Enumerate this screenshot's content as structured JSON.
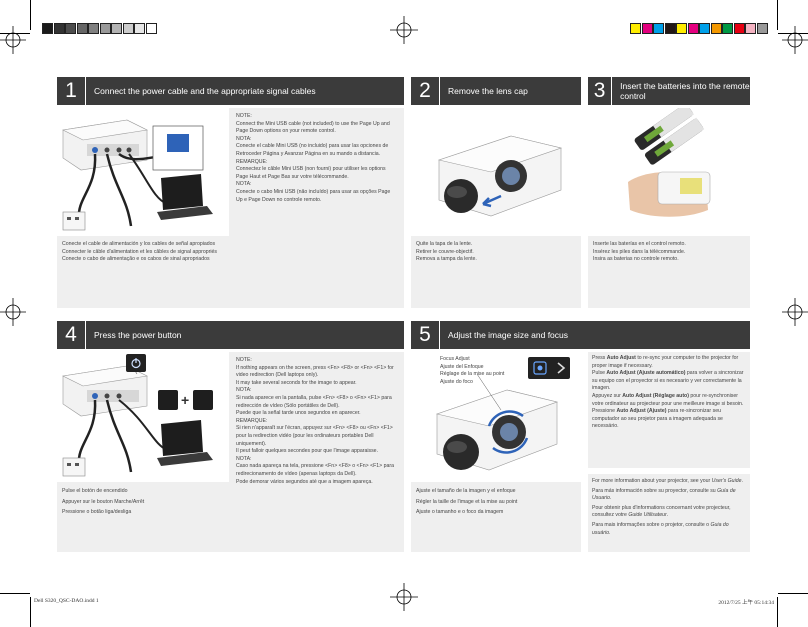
{
  "colors": {
    "header_bg": "#3b3b3b",
    "panel_bg": "#efefef",
    "gray_bar": [
      "#1a1a1a",
      "#333333",
      "#4d4d4d",
      "#666666",
      "#808080",
      "#999999",
      "#b3b3b3",
      "#cccccc",
      "#e6e6e6",
      "#ffffff"
    ],
    "color_bar": [
      "#ffed00",
      "#e4007f",
      "#00a0e9",
      "#231815",
      "#ffed00",
      "#e4007f",
      "#00a0e9",
      "#f39800",
      "#009944",
      "#e60012",
      "#f4b3c2",
      "#999999"
    ]
  },
  "step1": {
    "number": "1",
    "title": "Connect the power cable and the appropriate signal cables",
    "note": [
      "NOTE:",
      "Connect the Mini USB cable (not included) to use the Page Up and Page Down options on your remote control.",
      "NOTA:",
      "Conecte el cable Mini USB (no incluido) para usar las opciones de Retroceder Página y Avanzar Página en su mando a distancia.",
      "REMARQUE:",
      "Connectez le câble Mini USB (non fourni) pour utiliser les options Page Haut et Page Bas sur votre télécommande.",
      "NOTA:",
      "Conecte o cabo Mini USB (não incluído) para usar as opções Page Up e Page Down no controle remoto."
    ],
    "caption": [
      "Conecte el cable de alimentación y los cables de señal apropiados",
      "Connecter le câble d'alimentation et les câbles de signal appropriés",
      "Conecte o cabo de alimentação e os cabos de sinal apropriados"
    ]
  },
  "step2": {
    "number": "2",
    "title": "Remove the lens cap",
    "caption": [
      "Quite la tapa de la lente.",
      "Retirer le couvre-objectif.",
      "Remova a tampa da lente."
    ]
  },
  "step3": {
    "number": "3",
    "title": "Insert the batteries into the remote control",
    "caption": [
      "Inserte las baterías en el control remoto.",
      "Insérez les piles dans la télécommande.",
      "Insira as baterias no controle remoto."
    ]
  },
  "step4": {
    "number": "4",
    "title": "Press the power button",
    "key_plus": "+",
    "note": [
      "NOTE:",
      "If nothing appears on the screen, press <Fn> <F8> or <Fn> <F1> for video redirection (Dell laptops only).",
      "It may take several seconds for the image to appear.",
      "NOTA:",
      "Si nada aparece en la pantalla, pulse <Fn> <F8> o <Fn> <F1> para redirección de vídeo (Sólo portátiles de Dell).",
      "Puede que la señal tarde unos segundos en aparecer.",
      "REMARQUE:",
      "Si rien n'apparaît sur l'écran, appuyez sur <Fn> <F8> ou <Fn> <F1> pour la redirection vidéo (pour les ordinateurs portables Dell uniquement).",
      "Il peut falloir quelques secondes pour que l'image apparaisse.",
      "NOTA:",
      "Caso nada apareça na tela, pressione <Fn> <F8> o <Fn> <F1> para redirecionamento de vídeo (apenas laptops da Dell).",
      "Pode demorar vários segundos até que a imagem apareça."
    ],
    "caption": [
      "Pulse el botón de encendido",
      "Appuyer sur le bouton Marche/Arrêt",
      "Pressione o botão liga/desliga"
    ]
  },
  "step5": {
    "number": "5",
    "title": "Adjust the image size and focus",
    "focus_labels": [
      "Focus Adjust",
      "Ajuste del Enfoque",
      "Réglage de la mise au point",
      "Ajuste do foco"
    ],
    "caption": [
      "Ajuste el tamaño de la imagen y el enfoque",
      "Régler la taille de l'image et la mise au point",
      "Ajuste o tamanho e o foco da imagem"
    ],
    "auto_adjust": [
      {
        "pre": "Press ",
        "bold": "Auto Adjust",
        "post": " to re-sync your computer to the projector for proper image if necessary."
      },
      {
        "pre": "Pulse ",
        "bold": "Auto Adjust (Ajuste automático)",
        "post": " para volver a sincronizar su equipo con el proyector si es necesario y ver correctamente la imagen."
      },
      {
        "pre": "Appuyez sur ",
        "bold": "Auto Adjust (Réglage auto)",
        "post": " pour re-synchroniser votre ordinateur au projecteur pour une meilleure image si besoin."
      },
      {
        "pre": "Pressione ",
        "bold": "Auto Adjust (Ajuste)",
        "post": " para re-sincronizar seu computador ao seu projetor para a imagem adequada se necessário."
      }
    ],
    "more_info": [
      {
        "pre": "For more information about your projector, see your ",
        "em": "User's Guide",
        "post": "."
      },
      {
        "pre": "Para más información sobre su proyector, consulte su ",
        "em": "Guía de Usuario",
        "post": "."
      },
      {
        "pre": "Pour obtenir plus d'informations concernant votre projecteur, consultez votre ",
        "em": "Guide Utilisateur",
        "post": "."
      },
      {
        "pre": "Para mais informações sobre o projetor, consulte o ",
        "em": "Guia do usuário",
        "post": "."
      }
    ]
  },
  "footer": {
    "left": "Dell S320_QSC-DAO.indd   1",
    "right": "2012/7/25   上午 05:14:34"
  }
}
